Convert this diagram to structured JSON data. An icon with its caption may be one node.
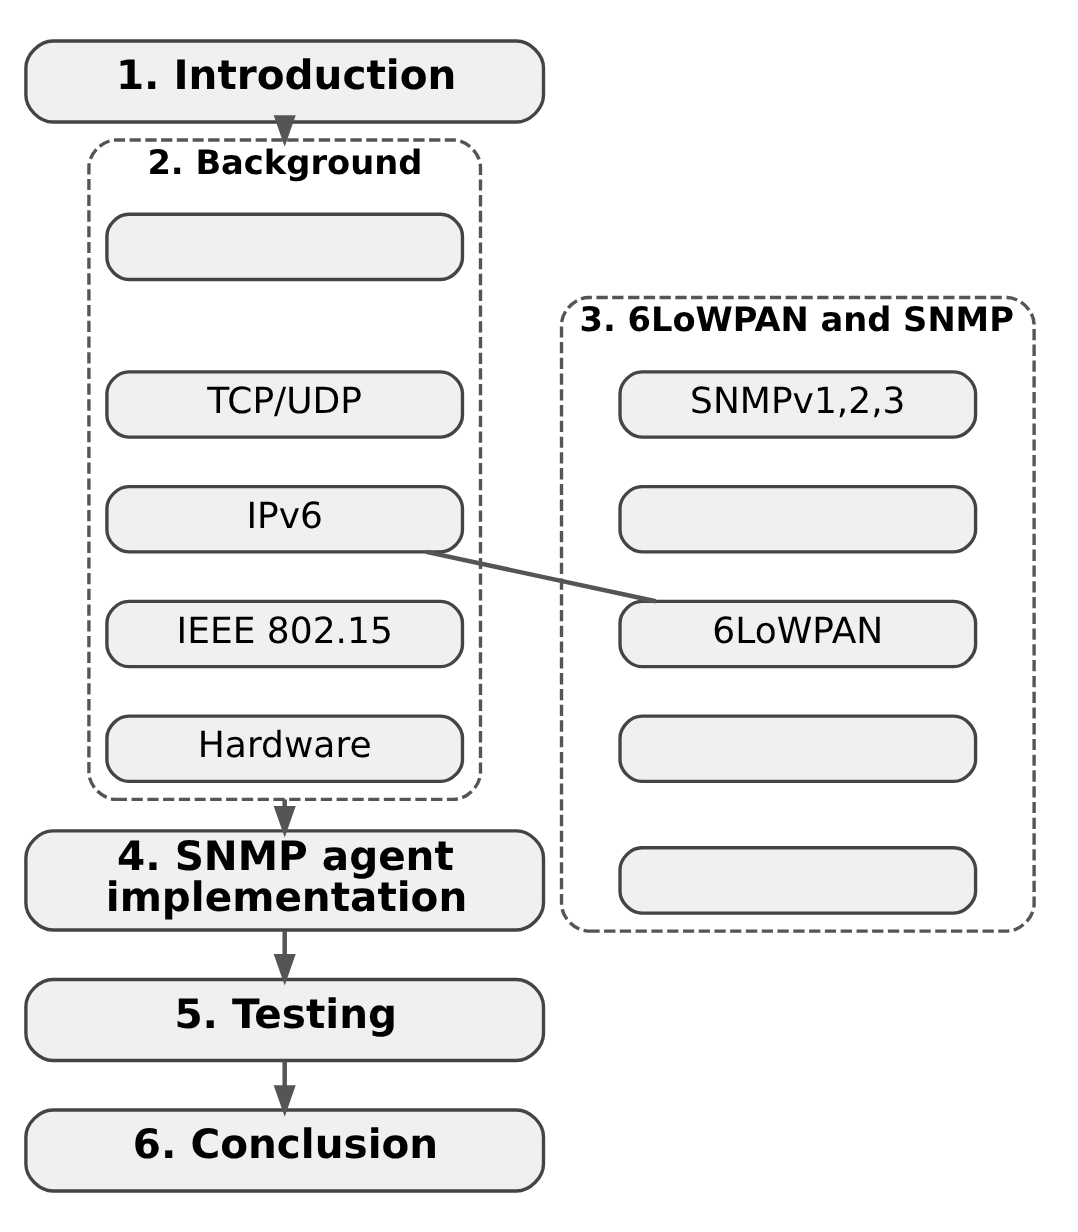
{
  "diagram": {
    "nodes": [
      {
        "text": [
          "1. Introduction"
        ]
      },
      {
        "text": [
          "2. Background"
        ]
      },
      {
        "text": [],
        "shape": "box",
        "in": 1
      },
      {
        "text": [
          "TCP/UDP"
        ],
        "in": 1
      },
      {
        "text": [
          "IPv6"
        ],
        "in": 1
      },
      {
        "text": [
          "IEEE 802.15"
        ],
        "in": 1
      },
      {
        "text": [
          "Hardware"
        ],
        "in": 1
      },
      {
        "text": [
          "3. 6LoWPAN and SNMP"
        ]
      },
      {
        "text": [
          "SNMPv1,2,3"
        ],
        "in": 7
      },
      {
        "text": [],
        "shape": "box",
        "in": 7
      },
      {
        "text": [
          "6LoWPAN"
        ],
        "in": 7
      },
      {
        "text": [],
        "shape": "box",
        "in": 7
      },
      {
        "text": [],
        "shape": "box",
        "in": 7
      },
      {
        "text": [
          "4. SNMP agent implementation"
        ]
      },
      {
        "text": [
          "5. Testing"
        ]
      },
      {
        "text": [
          "6. Conclusion"
        ]
      }
    ],
    "edges": [
      {
        "from": 0,
        "to": 1,
        "arrow": "to"
      },
      {
        "from": 4,
        "to": 10,
        "arrow": "none"
      },
      {
        "from": 1,
        "to": 13,
        "arrow": "to"
      },
      {
        "from": 13,
        "to": 14,
        "arrow": "to"
      },
      {
        "from": 14,
        "to": 15,
        "arrow": "to"
      }
    ]
  }
}
